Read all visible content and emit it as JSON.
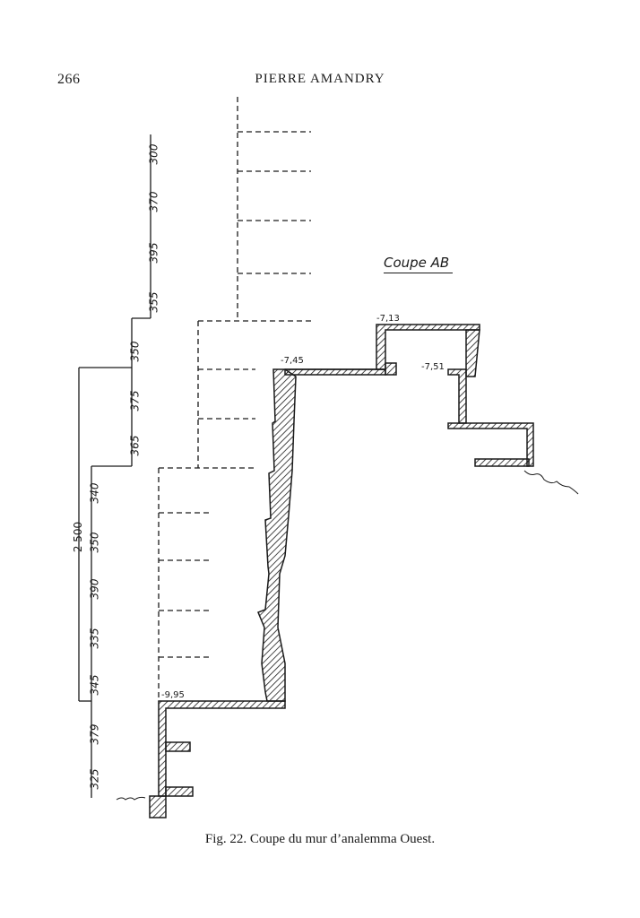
{
  "page": {
    "number": "266",
    "running_head": "PIERRE AMANDRY"
  },
  "figure": {
    "section_label": "Coupe AB",
    "elevations": [
      "-7,13",
      "-7,45",
      "-7,51",
      "-9,95"
    ],
    "dimension_chain_top": [
      "355",
      "395",
      "370",
      "300"
    ],
    "dimension_chain_middle": [
      "365",
      "375",
      "350"
    ],
    "dimension_chain_bottom": [
      "325",
      "379",
      "345",
      "335",
      "390",
      "350",
      "340"
    ],
    "overall_dimension": "2 500"
  },
  "caption": "Fig. 22. Coupe du mur d’analemma Ouest."
}
